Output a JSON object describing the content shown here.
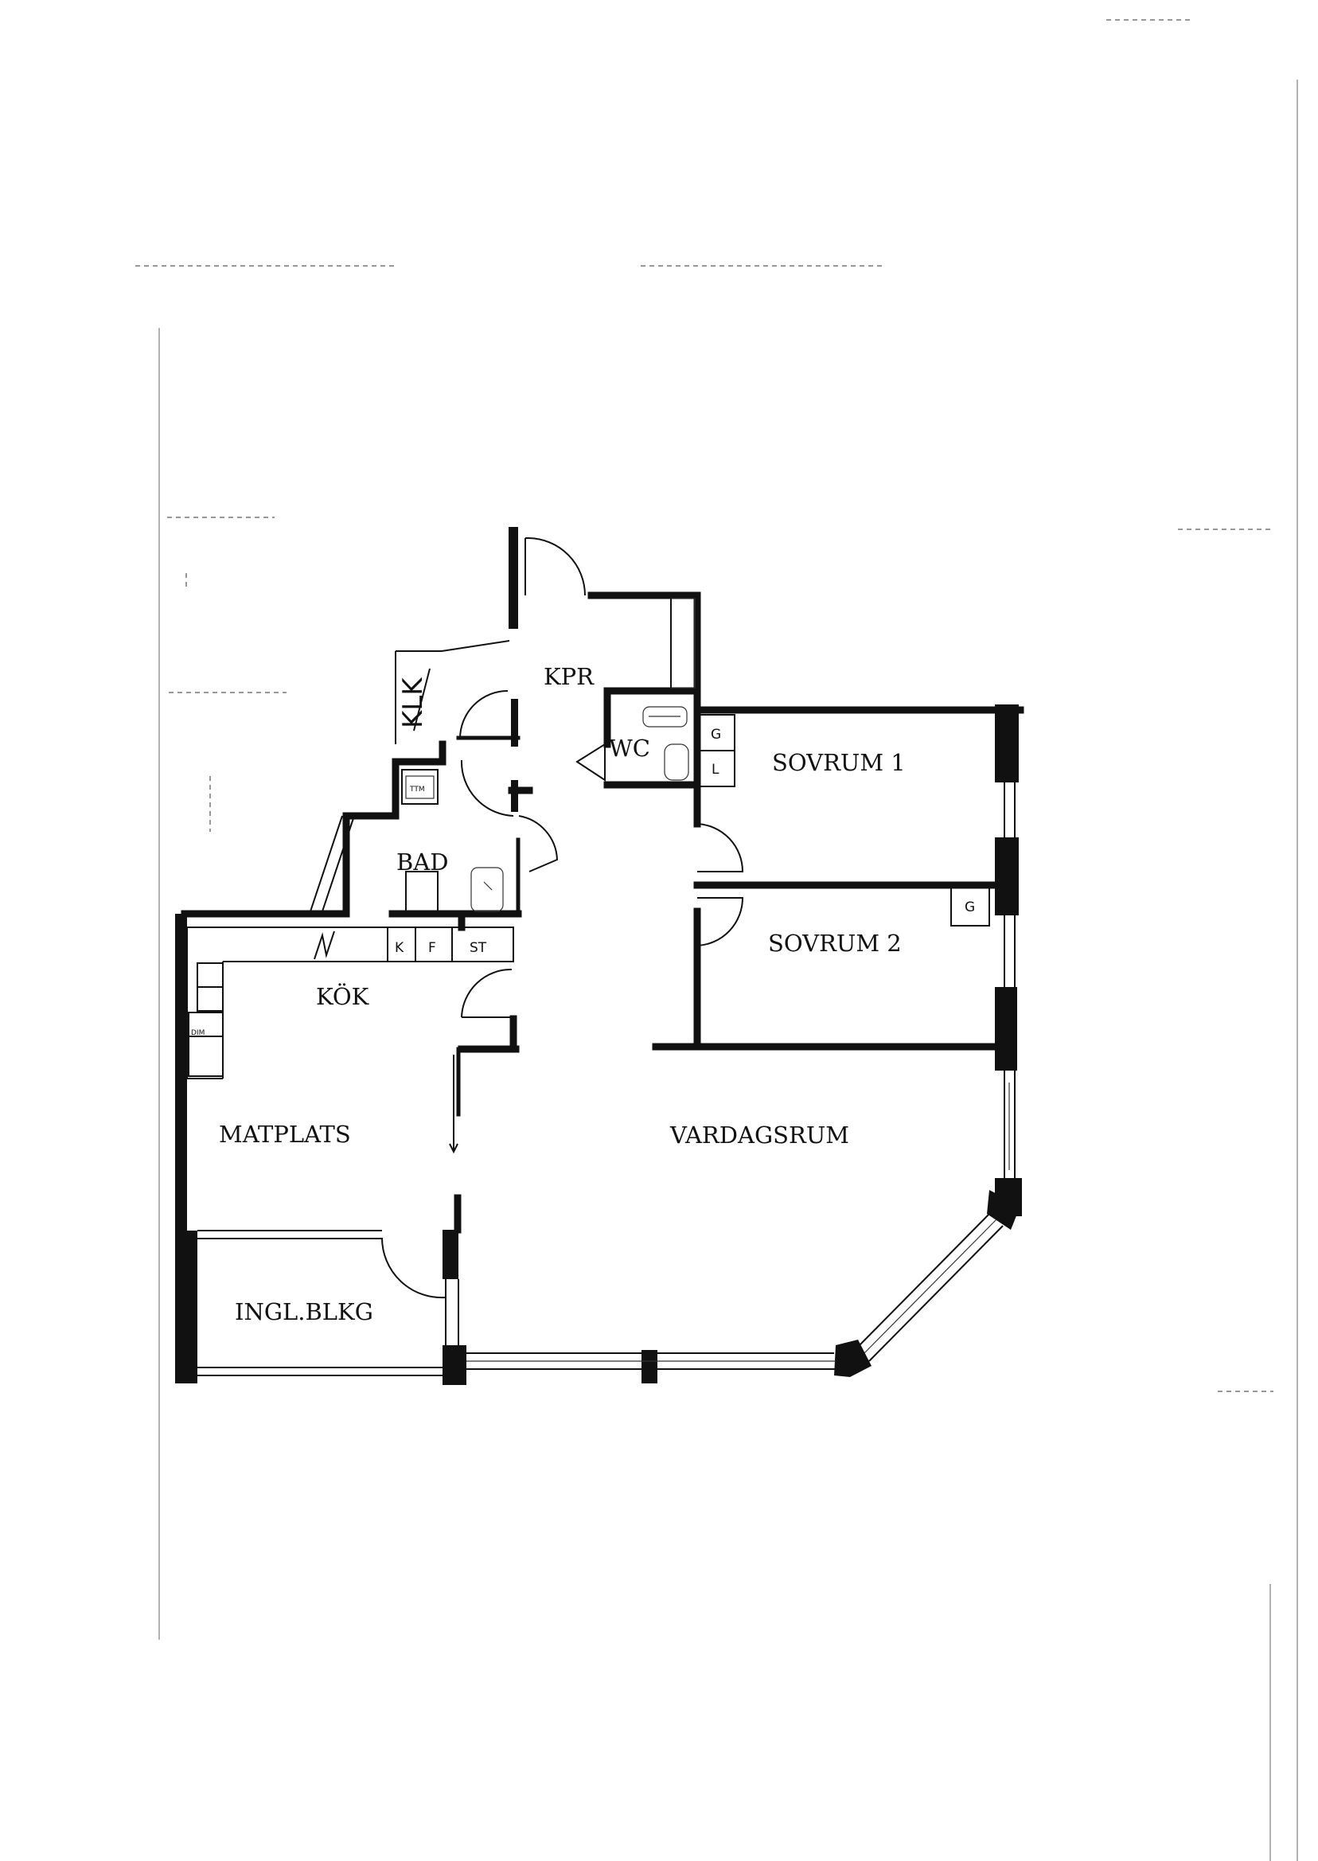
{
  "rooms": {
    "kpr": "KPR",
    "wc": "WC",
    "sovrum1": "SOVRUM 1",
    "sovrum2": "SOVRUM 2",
    "bad": "BAD",
    "kok": "KÖK",
    "matplats": "MATPLATS",
    "vardagsrum": "VARDAGSRUM",
    "inglblkg": "INGL.BLKG"
  },
  "fixtures": {
    "g1": "G",
    "l1": "L",
    "g2": "G",
    "k": "K",
    "f": "F",
    "st": "ST",
    "klk": "KLK"
  }
}
